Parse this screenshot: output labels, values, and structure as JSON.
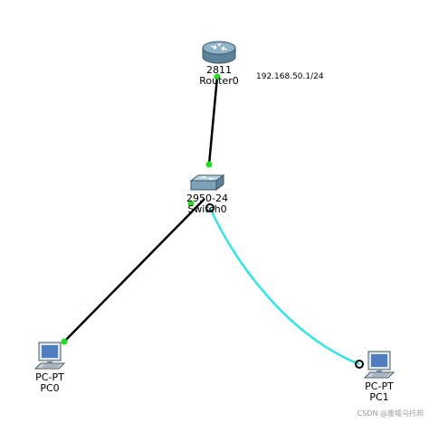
{
  "devices": {
    "router": {
      "model": "2811",
      "name": "Router0",
      "icon": "router-icon"
    },
    "switch": {
      "model": "2950-24",
      "name": "Switch0",
      "icon": "switch-icon"
    },
    "pc0": {
      "model": "PC-PT",
      "name": "PC0",
      "icon": "pc-icon"
    },
    "pc1": {
      "model": "PC-PT",
      "name": "PC1",
      "icon": "pc-icon"
    }
  },
  "annotations": {
    "router_ip": "192.168.50.1/24"
  },
  "links": [
    {
      "from": "Router0",
      "to": "Switch0",
      "type": "copper-straight",
      "color": "#000000"
    },
    {
      "from": "Switch0",
      "to": "PC0",
      "type": "copper-straight",
      "color": "#000000"
    },
    {
      "from": "Switch0",
      "to": "PC1",
      "type": "console",
      "color": "#33e6e6"
    }
  ],
  "colors": {
    "port_up": "#22dd22",
    "console_cable": "#33e6e6",
    "router_body": "#7b9fb5",
    "switch_body": "#8fb3c6"
  },
  "watermark": "CSDN @废墟乌托邦"
}
